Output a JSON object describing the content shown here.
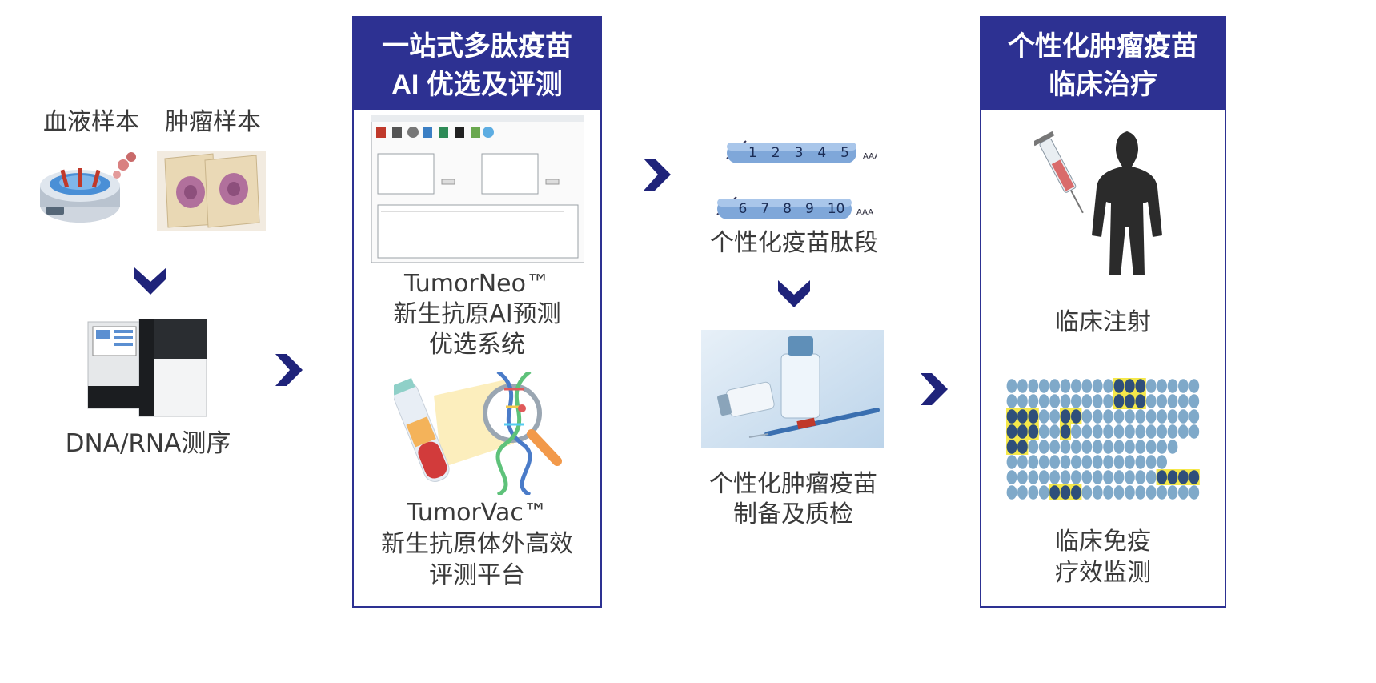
{
  "colors": {
    "brand": "#2d3192",
    "chevron": "#1f237a",
    "text": "#3a3a3a"
  },
  "samples": {
    "blood": "血液样本",
    "tumor": "肿瘤样本"
  },
  "sequencing": {
    "label": "DNA/RNA测序"
  },
  "panel_ai": {
    "title_line1": "一站式多肽疫苗",
    "title_line2": "AI 优选及评测",
    "tumorneo_line1": "TumorNeo™",
    "tumorneo_line2": "新生抗原AI预测",
    "tumorneo_line3": "优选系统",
    "tumorvac_line1": "TumorVac™",
    "tumorvac_line2": "新生抗原体外高效",
    "tumorvac_line3": "评测平台"
  },
  "peptides": {
    "label": "个性化疫苗肽段",
    "chain1": [
      "1",
      "2",
      "3",
      "4",
      "5"
    ],
    "chain2": [
      "6",
      "7",
      "8",
      "9",
      "10"
    ]
  },
  "vaccine": {
    "line1": "个性化肿瘤疫苗",
    "line2": "制备及质检"
  },
  "panel_clinic": {
    "title_line1": "个性化肿瘤疫苗",
    "title_line2": "临床治疗",
    "injection": "临床注射",
    "monitor_line1": "临床免疫",
    "monitor_line2": "疗效监测"
  }
}
